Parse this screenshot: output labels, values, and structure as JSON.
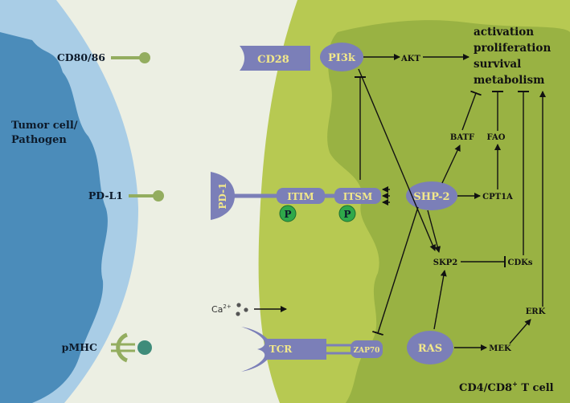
{
  "tumor": {
    "title_line1": "Tumor cell/",
    "title_line2": "Pathogen",
    "ligands": [
      "CD80/86",
      "PD-L1",
      "pMHC"
    ]
  },
  "tcell": {
    "label_main": "CD4/CD8",
    "label_sup": "+",
    "label_end": " T cell"
  },
  "receptors": {
    "cd28": "CD28",
    "pd1": "PD-1",
    "itim": "ITIM",
    "itsm": "ITSM",
    "phospho": "P",
    "tcr": "TCR",
    "zap70": "ZAP70",
    "calcium": "Ca",
    "calcium_sup": "2+"
  },
  "signaling": {
    "pi3k": "PI3k",
    "akt": "AKT",
    "shp2": "SHP-2",
    "batf": "BATF",
    "fao": "FAO",
    "cpt1a": "CPT1A",
    "skp2": "SKP2",
    "cdks": "CDKs",
    "ras": "RAS",
    "mek": "MEK",
    "erk": "ERK"
  },
  "outcomes": [
    "activation",
    "proliferation",
    "survival",
    "metabolism"
  ],
  "colors": {
    "tumor_outer": "#a9cde6",
    "tumor_inner": "#4b8cba",
    "tcell_outer": "#b7c952",
    "tcell_inner": "#8fa93f",
    "gap": "#ecefe3",
    "protein": "#7b7fb8",
    "protein_text": "#f2e88a",
    "ligand": "#93ad5f",
    "phospho": "#2fa84a",
    "mhc": "#3f8c7a"
  }
}
